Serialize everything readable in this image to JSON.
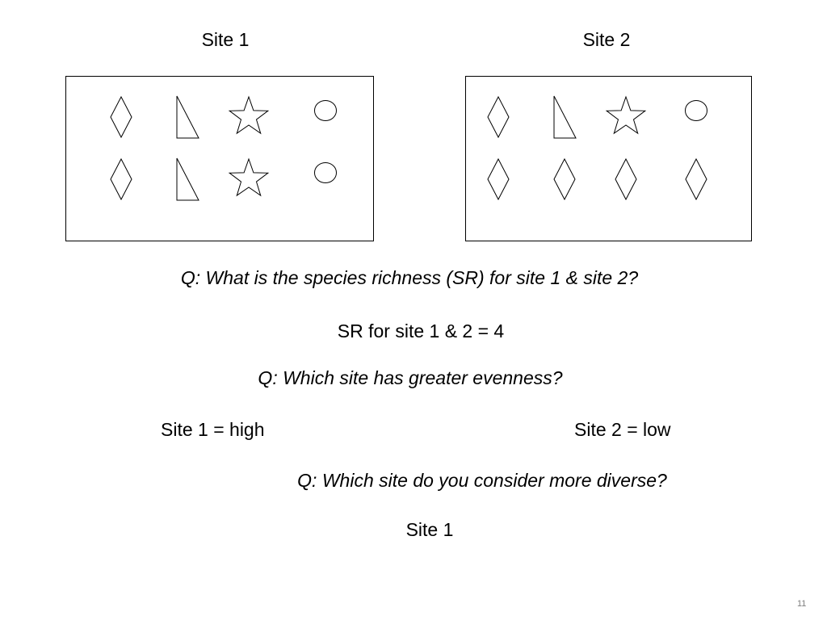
{
  "slide": {
    "page_number": "11",
    "sites": [
      {
        "title": "Site 1",
        "rows": [
          [
            "diamond-icon",
            "right-triangle-icon",
            "star-icon",
            "circle-icon"
          ],
          [
            "diamond-icon",
            "right-triangle-icon",
            "star-icon",
            "circle-icon"
          ]
        ]
      },
      {
        "title": "Site 2",
        "rows": [
          [
            "diamond-icon",
            "right-triangle-icon",
            "star-icon",
            "circle-icon"
          ],
          [
            "diamond-icon",
            "diamond-icon",
            "diamond-icon",
            "diamond-icon"
          ]
        ]
      }
    ],
    "q1": "Q: What is the species richness (SR) for site 1 & site 2?",
    "a1": "SR for site 1 & 2 = 4",
    "q2": "Q: Which site has greater evenness?",
    "a2_site1": "Site 1 = high",
    "a2_site2": "Site 2 = low",
    "q3": "Q: Which site do you consider  more diverse?",
    "a3": "Site 1"
  }
}
